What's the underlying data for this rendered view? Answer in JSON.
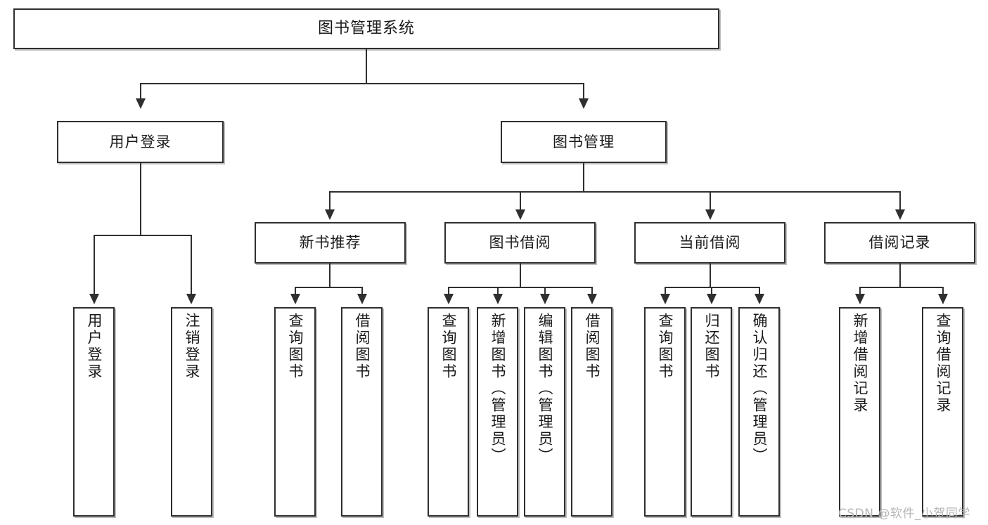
{
  "diagram": {
    "type": "tree-hierarchy",
    "title": "图书管理系统",
    "root": {
      "label": "图书管理系统"
    },
    "level2": [
      {
        "id": "user-login",
        "label": "用户登录"
      },
      {
        "id": "book-management",
        "label": "图书管理"
      }
    ],
    "level3": [
      {
        "id": "new-book-recommend",
        "label": "新书推荐",
        "parent": "book-management"
      },
      {
        "id": "book-borrow",
        "label": "图书借阅",
        "parent": "book-management"
      },
      {
        "id": "current-borrow",
        "label": "当前借阅",
        "parent": "book-management"
      },
      {
        "id": "borrow-record",
        "label": "借阅记录",
        "parent": "book-management"
      }
    ],
    "leaves": [
      {
        "id": "leaf-user-login",
        "label": "用户登录",
        "parent": "user-login"
      },
      {
        "id": "leaf-logout-login",
        "label": "注销登录",
        "parent": "user-login"
      },
      {
        "id": "leaf-query-book-1",
        "label": "查询图书",
        "parent": "new-book-recommend"
      },
      {
        "id": "leaf-borrow-book-1",
        "label": "借阅图书",
        "parent": "new-book-recommend"
      },
      {
        "id": "leaf-query-book-2",
        "label": "查询图书",
        "parent": "book-borrow"
      },
      {
        "id": "leaf-add-book",
        "label": "新增图书（管理员）",
        "parent": "book-borrow"
      },
      {
        "id": "leaf-edit-book",
        "label": "编辑图书（管理员）",
        "parent": "book-borrow"
      },
      {
        "id": "leaf-borrow-book-2",
        "label": "借阅图书",
        "parent": "book-borrow"
      },
      {
        "id": "leaf-query-book-3",
        "label": "查询图书",
        "parent": "current-borrow"
      },
      {
        "id": "leaf-return-book",
        "label": "归还图书",
        "parent": "current-borrow"
      },
      {
        "id": "leaf-confirm-return",
        "label": "确认归还（管理员）",
        "parent": "current-borrow"
      },
      {
        "id": "leaf-add-record",
        "label": "新增借阅记录",
        "parent": "borrow-record"
      },
      {
        "id": "leaf-query-record",
        "label": "查询借阅记录",
        "parent": "borrow-record"
      }
    ],
    "colors": {
      "box_border": "#2f2f2f",
      "box_shadow": "#bdbdbd",
      "box_fill": "#ffffff",
      "connector": "#2f2f2f",
      "text": "#1a1a1a",
      "watermark": "#b6b6b6"
    }
  },
  "watermark": {
    "text": "CSDN @软件_小贺同学"
  }
}
